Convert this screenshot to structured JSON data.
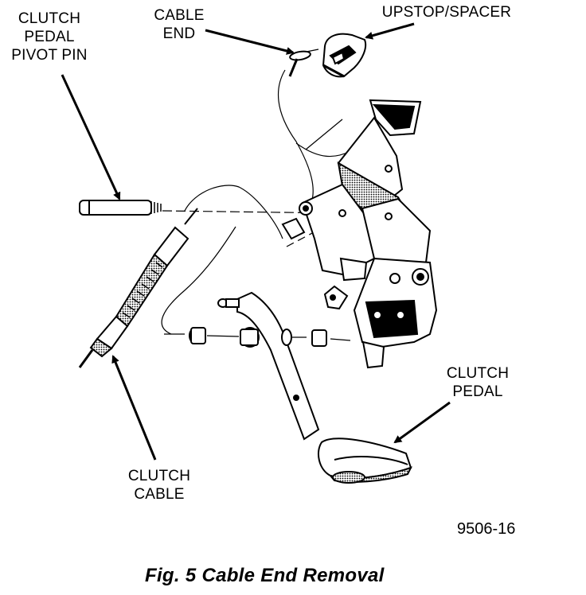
{
  "labels": {
    "clutch_pedal_pivot_pin": [
      "CLUTCH",
      "PEDAL",
      "PIVOT PIN"
    ],
    "cable_end": [
      "CABLE",
      "END"
    ],
    "upstop_spacer": [
      "UPSTOP/SPACER"
    ],
    "clutch_pedal": [
      "CLUTCH",
      "PEDAL"
    ],
    "clutch_cable": [
      "CLUTCH",
      "CABLE"
    ]
  },
  "figure_number": "9506-16",
  "caption": "Fig. 5 Cable End Removal"
}
